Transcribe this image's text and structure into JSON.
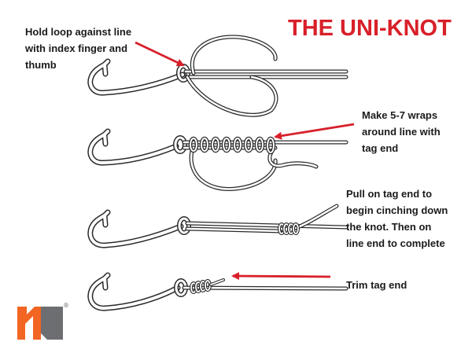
{
  "title": "THE UNI-KNOT",
  "colors": {
    "title": "#d8202a",
    "arrow": "#d8202a",
    "outline": "#2b2b2b",
    "fill": "#ffffff",
    "logo_orange": "#f26522",
    "logo_gray": "#6d6e71"
  },
  "steps": [
    {
      "lines": [
        "Hold loop against line",
        "with index finger and",
        "thumb"
      ]
    },
    {
      "lines": [
        "Make 5-7 wraps",
        "around line with",
        "tag end"
      ]
    },
    {
      "lines": [
        "Pull on tag end to",
        "begin cinching down",
        "the knot. Then on",
        "line end to complete"
      ]
    },
    {
      "lines": [
        "Trim tag end"
      ]
    }
  ],
  "logo": {
    "icon": "n-logo-icon",
    "mark": "®"
  }
}
